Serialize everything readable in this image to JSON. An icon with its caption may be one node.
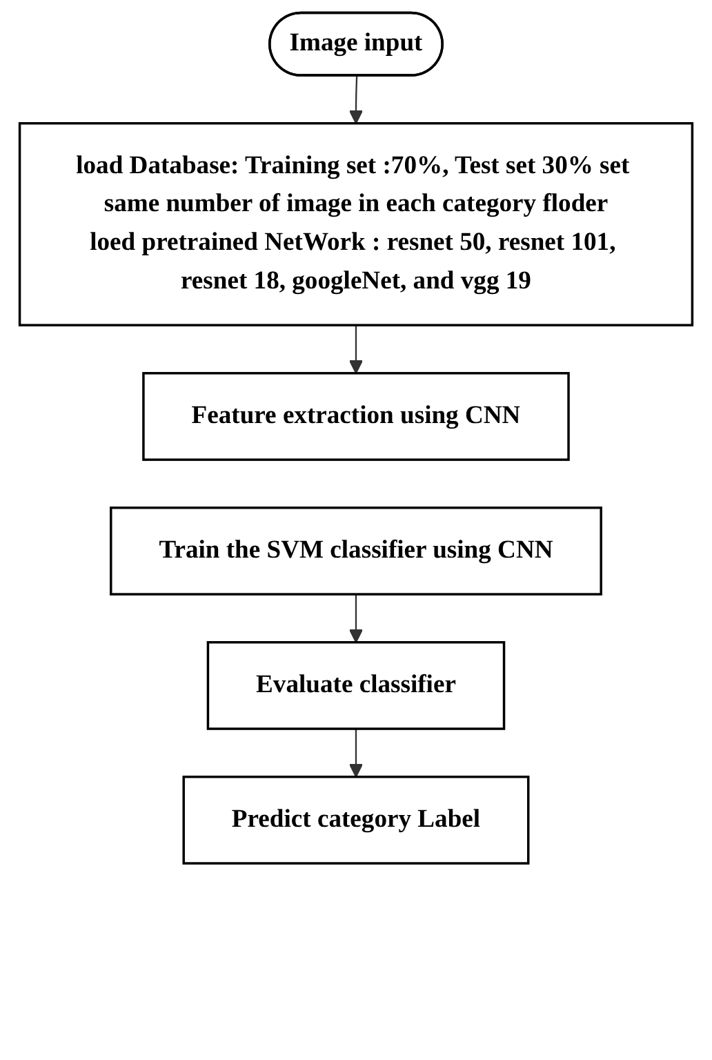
{
  "diagram": {
    "nodes": [
      {
        "text": [
          "Image input"
        ]
      },
      {
        "text": [
          "load Database: Training set :70%, Test set 30% set same number of image in each category floder",
          "loed pretrained NetWork : resnet 50, resnet 101, resnet 18, googleNet, and vgg 19"
        ]
      },
      {
        "text": [
          "Feature extraction using CNN"
        ]
      },
      {
        "text": [
          "Train the SVM classifier using CNN"
        ]
      },
      {
        "text": [
          "Evaluate classifier"
        ]
      },
      {
        "text": [
          "Predict category Label"
        ]
      }
    ],
    "edges": [
      {
        "from": 0,
        "to": 1,
        "arrow": "to"
      },
      {
        "from": 1,
        "to": 2,
        "arrow": "to"
      },
      {
        "from": 3,
        "to": 4,
        "arrow": "to"
      },
      {
        "from": 4,
        "to": 5,
        "arrow": "to"
      }
    ]
  }
}
